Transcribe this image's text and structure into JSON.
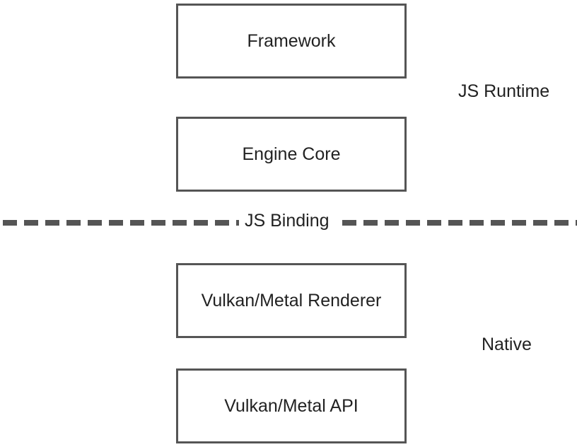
{
  "diagram": {
    "layers": [
      {
        "label": "Framework"
      },
      {
        "label": "Engine Core"
      },
      {
        "label": "Vulkan/Metal Renderer"
      },
      {
        "label": "Vulkan/Metal API"
      }
    ],
    "groups": {
      "upper": "JS Runtime",
      "lower": "Native"
    },
    "separator_label": "JS Binding",
    "colors": {
      "box_border": "#555555",
      "divider": "#555555",
      "text": "#222222"
    }
  }
}
